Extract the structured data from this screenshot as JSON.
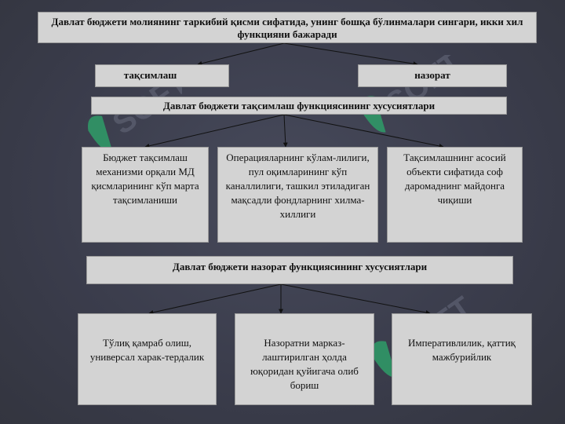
{
  "diagram": {
    "title": "Давлат бюджети молиянинг таркибий қисми сифатида, унинг бошқа бўлинмалари сингари, икки хил функцияни бажаради",
    "branches": {
      "distribution": "тақсимлаш",
      "control": "назорат"
    },
    "distribution_features": {
      "heading": "Давлат бюджети тақсимлаш функциясининг хусусиятлари",
      "items": [
        "Бюджет тақсимлаш механизми орқали МД қисмларининг кўп марта тақсимланиши",
        "Операцияларнинг кўлам-лилиги, пул оқимларининг кўп каналлилиги, ташкил этиладиган мақсадли фондларнинг хилма-хиллиги",
        "Тақсимлашнинг асосий объекти сифатида соф даромаднинг майдонга чиқиши"
      ]
    },
    "control_features": {
      "heading": "Давлат бюджети назорат функциясининг хусусиятлари",
      "items": [
        "Тўлиқ қамраб олиш, универсал харак-тердалик",
        "Назоратни марказ-лаштирилган ҳолда юқоридан қуйигача олиб бориш",
        "Императивлилик, қаттиқ мажбурийлик"
      ]
    }
  },
  "watermark": {
    "logo_text": "SOFT",
    "colors": {
      "green": "#2ea36a",
      "text": "#5a5d6e"
    }
  },
  "colors": {
    "background": "#3b3d4c",
    "box_fill": "#d3d3d3",
    "box_border": "#9a9a9a",
    "connector": "#111111"
  }
}
